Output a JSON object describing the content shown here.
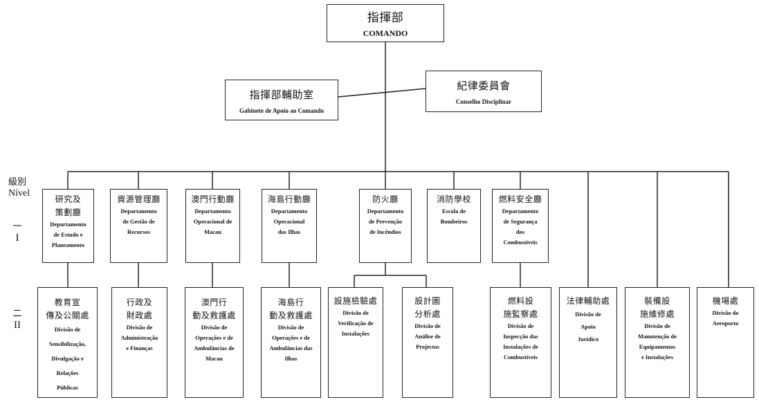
{
  "level_label": {
    "zh": "級別",
    "pt": "Nível"
  },
  "levels": [
    {
      "zh": "一",
      "roman": "I"
    },
    {
      "zh": "二",
      "roman": "II"
    }
  ],
  "command": {
    "zh": "指揮部",
    "pt": "COMANDO"
  },
  "gabinete": {
    "zh": "指揮部輔助室",
    "pt": "Gabinete de Apoio ao Comando"
  },
  "conselho": {
    "zh": "紀律委員會",
    "pt": "Conselho Disciplinar"
  },
  "departments": [
    {
      "id": "dep",
      "zh": [
        "研究及",
        "策劃廳"
      ],
      "pt": [
        "Departamento",
        "de Estudo e",
        "Planeamento"
      ]
    },
    {
      "id": "dgr",
      "zh": [
        "資源管理廳"
      ],
      "pt": [
        "Departamento",
        "de Gestão de",
        "Recursos"
      ]
    },
    {
      "id": "dom",
      "zh": [
        "澳門行動廳"
      ],
      "pt": [
        "Departamento",
        "Operacional de",
        "Macau"
      ]
    },
    {
      "id": "doi",
      "zh": [
        "海島行動廳"
      ],
      "pt": [
        "Departamento",
        "Operacional",
        "das Ilhas"
      ]
    },
    {
      "id": "dpi",
      "zh": [
        "防火廳"
      ],
      "pt": [
        "Departamento",
        "de Prevenção",
        "de Incêndios"
      ]
    },
    {
      "id": "eb",
      "zh": [
        "消防學校"
      ],
      "pt": [
        "Escola de",
        "Bombeiros"
      ]
    },
    {
      "id": "dsc",
      "zh": [
        "燃料安全廳"
      ],
      "pt": [
        "Departamento",
        "de Segurança",
        "dos",
        "Combustíveis"
      ]
    }
  ],
  "divisions": [
    {
      "id": "dsdrp",
      "zh": [
        "教育宣",
        "傳及公關處"
      ],
      "pt": [
        "Divisão de",
        "Sensibilização,",
        "Divulgação e",
        "Relações",
        "Públicas"
      ]
    },
    {
      "id": "daf",
      "zh": [
        "行政及",
        "財政處"
      ],
      "pt": [
        "Divisão de",
        "Administração",
        "e Finanças"
      ]
    },
    {
      "id": "doam",
      "zh": [
        "澳門行",
        "動及救護處"
      ],
      "pt": [
        "Divisão de",
        "Operações e de",
        "Ambulâncias de",
        "Macau"
      ]
    },
    {
      "id": "doai",
      "zh": [
        "海島行",
        "動及救護處"
      ],
      "pt": [
        "Divisão de",
        "Operações e de",
        "Ambulâncias das",
        "Ilhas"
      ]
    },
    {
      "id": "dvi",
      "zh": [
        "設施檢驗處"
      ],
      "pt": [
        "Divisão de",
        "Verificação de",
        "Instalações"
      ]
    },
    {
      "id": "dap",
      "zh": [
        "設計圖",
        "分析處"
      ],
      "pt": [
        "Divisão de",
        "Análise de",
        "Projectos"
      ]
    },
    {
      "id": "dic",
      "zh": [
        "燃料設",
        "施監察處"
      ],
      "pt": [
        "Divisão de",
        "Inspecção das",
        "Instalações de",
        "Combustíveis"
      ]
    },
    {
      "id": "daj",
      "zh": [
        "法律輔助處"
      ],
      "pt": [
        "Divisão de",
        "Apoio",
        "Jurídico"
      ]
    },
    {
      "id": "dmei",
      "zh": [
        "裝備設",
        "施維修處"
      ],
      "pt": [
        "Divisão de",
        "Manutenção de",
        "Equipamentos",
        "e Instalações"
      ]
    },
    {
      "id": "da",
      "zh": [
        "機場處"
      ],
      "pt": [
        "Divisão do",
        "Aeroporto"
      ]
    }
  ]
}
